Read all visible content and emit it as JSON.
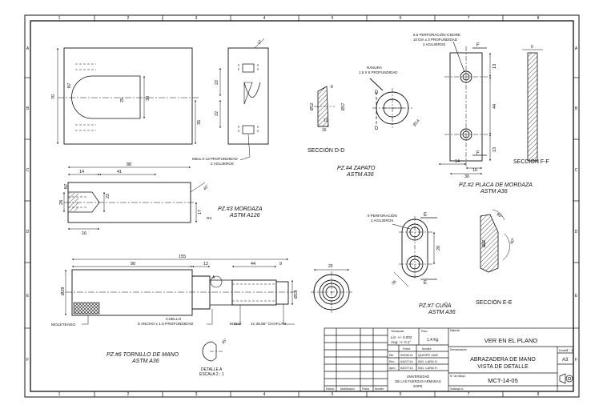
{
  "sheet": {
    "col_labels": [
      "1",
      "2",
      "3",
      "4",
      "5",
      "6",
      "7",
      "8"
    ],
    "row_labels": [
      "A",
      "B",
      "C",
      "D",
      "E",
      "F"
    ]
  },
  "views": {
    "pz2": {
      "title": "PZ.#2   PLACA DE MORDAZA",
      "material": "ASTM A36",
      "note_line1": "6.5 PERFORACIÓN-C'BORE",
      "note_line2": "10 DIA x 3 PROFUNDIDAD",
      "note_line3": "2 AGUJEROS",
      "section_title": "SECCIÓN F-F",
      "section_letter": "F",
      "dims": {
        "d44": "44",
        "d13a": "13",
        "d13b": "13",
        "d14": "14",
        "d16": "16",
        "d30": "30",
        "d6": "6"
      }
    },
    "pz3": {
      "title": "PZ.#3   MORDAZA",
      "material": "ASTM A126",
      "dims": {
        "d88": "88",
        "d41": "41",
        "d14": "14",
        "d16": "16",
        "d28": "28",
        "d22": "22",
        "d17": "17",
        "d45": "45°",
        "r3": "R3",
        "n7": "N7"
      }
    },
    "pz4": {
      "title": "PZ.#4   ZAPATO",
      "material": "ASTM A36",
      "ranura_line1": "RANURA",
      "ranura_line2": "1.5 X 5 PROFUNDIDAD",
      "section_title": "SECCIÓN D-D",
      "section_letter": "D",
      "dims": {
        "d12": "Ø12",
        "d17": "Ø17",
        "d14": "Ø14",
        "d16": "16",
        "d8": "8",
        "d10": "10"
      }
    },
    "pz5": {
      "tap_line1": "M6x1.0-13 PROFUNDIDAD",
      "tap_line2": "2 AGUJEROS",
      "dims": {
        "d70": "70",
        "d30": "30",
        "d25": "25",
        "d35": "35",
        "d22a": "22",
        "d22b": "22",
        "d12": "12",
        "n7": "N7"
      }
    },
    "pz6": {
      "title": "PZ.#6 TORNILLO DE MANO",
      "material": "ASTM A36",
      "detail_line1": "DETALLE A",
      "detail_line2": "ESCALA 2 : 1",
      "detail_mark": "A",
      "moleteado": "MOLETEADO",
      "cuello_line1": "CUELLO",
      "cuello_line2": "5 ANCHO x 1.5 PROFUNDIDAD",
      "thread": "M16x2",
      "chaflan": "1x 35.55° CHAFLÁN",
      "dims": {
        "d155": "155",
        "d90": "90",
        "d12": "12",
        "d44": "44",
        "d9": "9",
        "d28": "Ø28",
        "d13": "Ø13",
        "d20": "20",
        "d45": "45°"
      }
    },
    "pz7": {
      "title": "PZ.#7   CUÑA",
      "material": "ASTM A36",
      "hole_line1": "9 PERFORACIÓN",
      "hole_line2": "2 AGUJEROS",
      "section_title": "SECCIÓN E-E",
      "section_letter": "E",
      "dims": {
        "d20": "20",
        "d36": "36",
        "d17": "Ø17",
        "d60a": "60°",
        "d60b": "60°"
      }
    }
  },
  "title_block": {
    "material_label": "Material:",
    "material_value": "VER EN EL PLANO",
    "denominacion_label": "Denominación:",
    "denominacion_line1": "ABRAZADERA DE MANO",
    "denominacion_line2": "VISTA DE DETALLE",
    "drawing_no_label": "N.º de Dibujo:",
    "drawing_no": "MCT-14-05",
    "sustituye_label": "Sustituye a:",
    "tolerancias_label": "Tolerancias:",
    "tol_line1": "Lin: +/- 0.002",
    "tol_line2": "Ang: +/- 0.1°",
    "peso_label": "Peso:",
    "peso_value": "1.4 Kg",
    "fecha_label": "Fecha:",
    "nombre_label": "Nombre:",
    "rows": [
      {
        "role": "Dib.",
        "date": "09/06/14",
        "name": "QUISPE JAIR"
      },
      {
        "role": "Rev.",
        "date": "04/07/14",
        "name": "ING. LARA H."
      },
      {
        "role": "Apro.",
        "date": "04/07/14",
        "name": "ING. LARA H."
      }
    ],
    "university_line1": "UNIVERSIDAD",
    "university_line2": "DE LAS FUERZAS ARMADAS",
    "university_line3": "ESPE",
    "escala_label": "Escala:",
    "escala_value": "1 : 1",
    "sheet_size": "A3",
    "rev_headers": [
      "Edición",
      "Modificación",
      "Fecha",
      "Nombre"
    ]
  }
}
